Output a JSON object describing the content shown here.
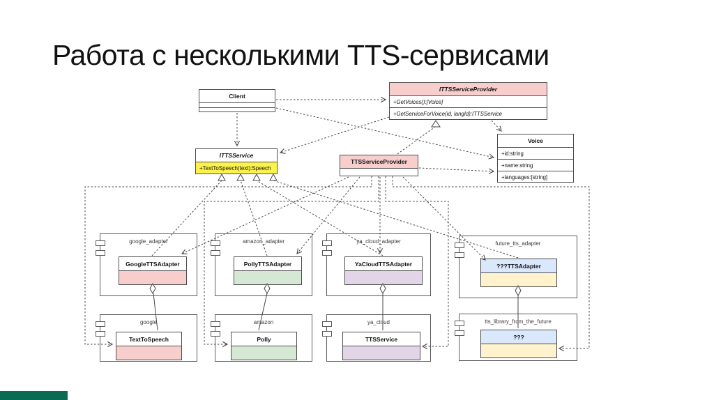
{
  "title": "Работа с несколькими TTS-сервисами",
  "colors": {
    "pink": "#f8cecc",
    "green": "#d5e8d4",
    "purple": "#e1d5e7",
    "blue": "#dae8fc",
    "light_yellow": "#fff2cc",
    "yellow": "#fbf24c",
    "accent_bar": "#0b6b52"
  },
  "classes": {
    "client": {
      "name": "Client"
    },
    "provider_interface": {
      "name": "ITTSServiceProvider",
      "methods": [
        "+GetVoices():[Voice]",
        "+GetServiceForVoice(id, langId):ITTSService"
      ]
    },
    "voice": {
      "name": "Voice",
      "attributes": [
        "+id:string",
        "+name:string",
        "+languages:[string]"
      ]
    },
    "service_interface": {
      "name": "ITTSService",
      "methods": [
        "+TextToSpeech(text):Speech"
      ]
    },
    "provider": {
      "name": "TTSServiceProvider"
    }
  },
  "adapters": [
    {
      "package": "google_adapter",
      "class_name": "GoogleTTSAdapter",
      "header_color": "#ffffff",
      "body_color": "#f8cecc"
    },
    {
      "package": "amazon_adapter",
      "class_name": "PollyTTSAdapter",
      "header_color": "#ffffff",
      "body_color": "#d5e8d4"
    },
    {
      "package": "ya_cloud_adapter",
      "class_name": "YaCloudTTSAdapter",
      "header_color": "#ffffff",
      "body_color": "#e1d5e7"
    },
    {
      "package": "future_tts_adapter",
      "class_name": "???TTSAdapter",
      "header_color": "#dae8fc",
      "body_color": "#fff2cc"
    }
  ],
  "libraries": [
    {
      "package": "google",
      "class_name": "TextToSpeech",
      "header_color": "#ffffff",
      "body_color": "#f8cecc"
    },
    {
      "package": "amazon",
      "class_name": "Polly",
      "header_color": "#ffffff",
      "body_color": "#d5e8d4"
    },
    {
      "package": "ya_cloud",
      "class_name": "TTSService",
      "header_color": "#ffffff",
      "body_color": "#e1d5e7"
    },
    {
      "package": "tts_library_from_the_future",
      "class_name": "???",
      "header_color": "#dae8fc",
      "body_color": "#fff2cc"
    }
  ]
}
